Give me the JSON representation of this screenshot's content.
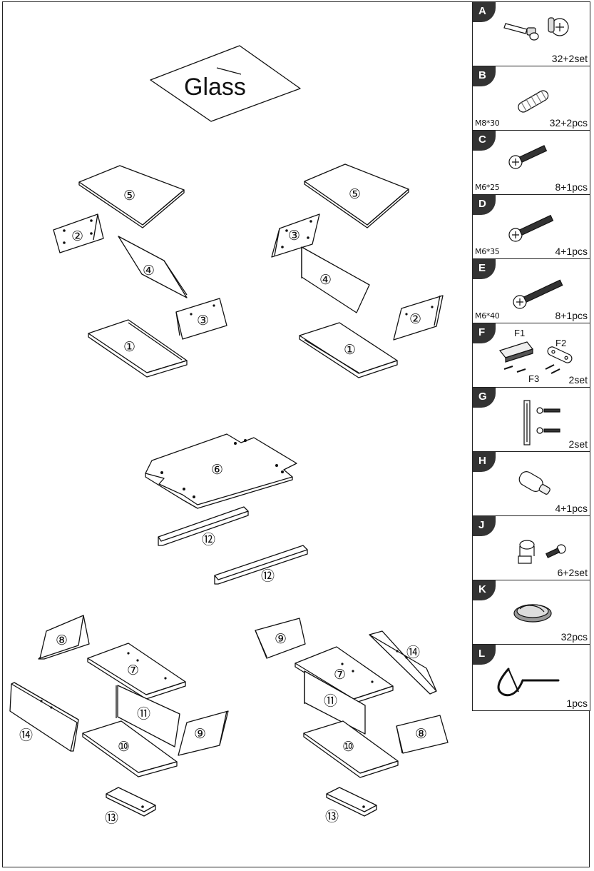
{
  "glass_label": "Glass",
  "panels": {
    "p1": "①",
    "p2": "②",
    "p3": "③",
    "p4": "④",
    "p5": "⑤",
    "p6": "⑥",
    "p7": "⑦",
    "p8": "⑧",
    "p9": "⑨",
    "p10": "⑩",
    "p11": "⑪",
    "p12": "⑫",
    "p13": "⑬",
    "p14": "⑭"
  },
  "hardware": [
    {
      "letter": "A",
      "size": "",
      "qty": "32+2set"
    },
    {
      "letter": "B",
      "size": "M8*30",
      "qty": "32+2pcs"
    },
    {
      "letter": "C",
      "size": "M6*25",
      "qty": "8+1pcs"
    },
    {
      "letter": "D",
      "size": "M6*35",
      "qty": "4+1pcs"
    },
    {
      "letter": "E",
      "size": "M6*40",
      "qty": "8+1pcs"
    },
    {
      "letter": "F",
      "size": "",
      "qty": "2set",
      "sub": [
        "F1",
        "F2",
        "F3"
      ]
    },
    {
      "letter": "G",
      "size": "",
      "qty": "2set"
    },
    {
      "letter": "H",
      "size": "",
      "qty": "4+1pcs"
    },
    {
      "letter": "J",
      "size": "",
      "qty": "6+2set"
    },
    {
      "letter": "K",
      "size": "",
      "qty": "32pcs"
    },
    {
      "letter": "L",
      "size": "",
      "qty": "1pcs"
    }
  ]
}
